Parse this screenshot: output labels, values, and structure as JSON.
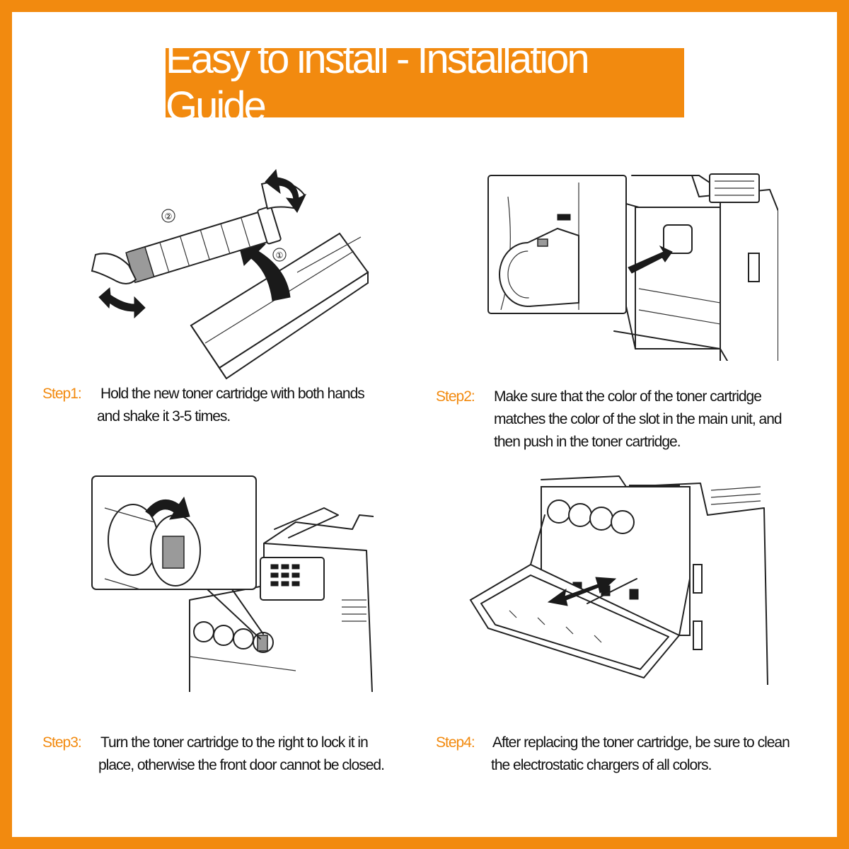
{
  "title": "Easy to install - Installation Guide",
  "colors": {
    "accent": "#F28A0F",
    "text": "#111111",
    "background": "#FFFFFF"
  },
  "steps": [
    {
      "label": "Step1:",
      "lines": [
        "Hold the new toner cartridge with both hands",
        "and shake it 3-5 times."
      ],
      "illustration": {
        "markers": [
          "②",
          "①"
        ]
      }
    },
    {
      "label": "Step2:",
      "lines": [
        "Make sure that the color of the toner cartridge",
        "matches the color of the slot in the main unit, and",
        "then push in the toner cartridge."
      ]
    },
    {
      "label": "Step3:",
      "lines": [
        "Turn the toner cartridge to the right to lock it  in",
        "place, otherwise the front door cannot be closed."
      ]
    },
    {
      "label": "Step4:",
      "lines": [
        "After replacing the toner cartridge, be sure to clean",
        "the electrostatic chargers of all colors."
      ]
    }
  ]
}
